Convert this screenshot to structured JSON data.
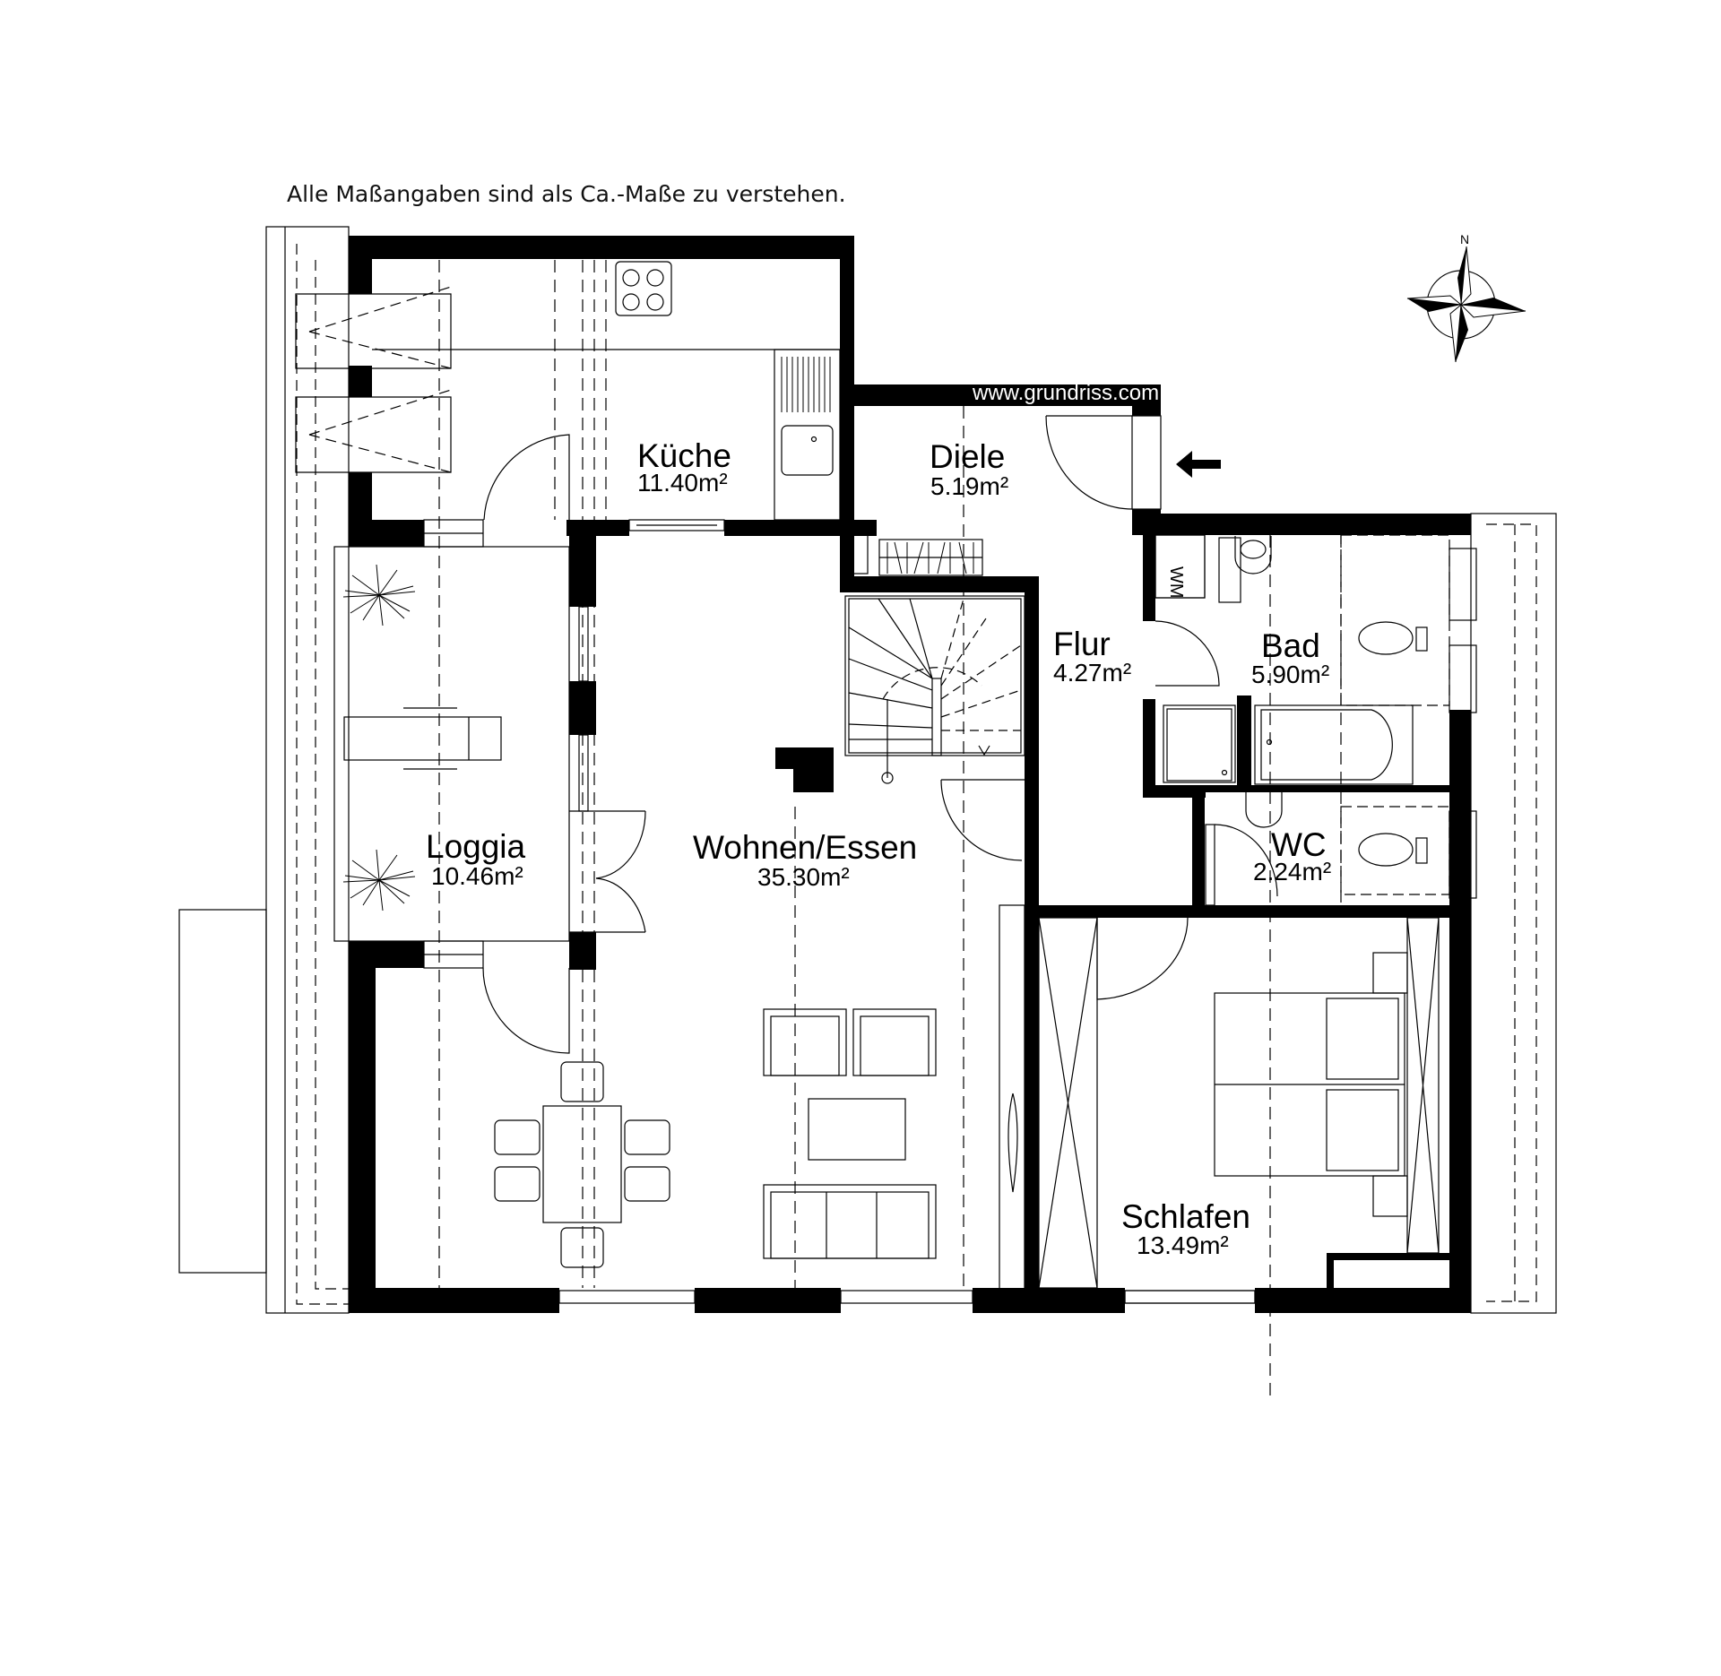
{
  "disclaimer": "Alle Maßangaben sind als Ca.-Maße zu verstehen.",
  "watermark": "www.grundriss.com",
  "compass": {
    "north_label": "N"
  },
  "entrance_arrow": "left-arrow",
  "washer_label": "WM",
  "rooms": [
    {
      "id": "kueche",
      "name": "Küche",
      "area": "11.40m²"
    },
    {
      "id": "diele",
      "name": "Diele",
      "area": "5.19m²"
    },
    {
      "id": "flur",
      "name": "Flur",
      "area": "4.27m²"
    },
    {
      "id": "bad",
      "name": "Bad",
      "area": "5.90m²"
    },
    {
      "id": "wc",
      "name": "WC",
      "area": "2.24m²"
    },
    {
      "id": "loggia",
      "name": "Loggia",
      "area": "10.46m²"
    },
    {
      "id": "wohnen",
      "name": "Wohnen/Essen",
      "area": "35.30m²"
    },
    {
      "id": "schlafen",
      "name": "Schlafen",
      "area": "13.49m²"
    }
  ],
  "colors": {
    "wall": "#000000",
    "line": "#000000",
    "background": "#ffffff"
  }
}
